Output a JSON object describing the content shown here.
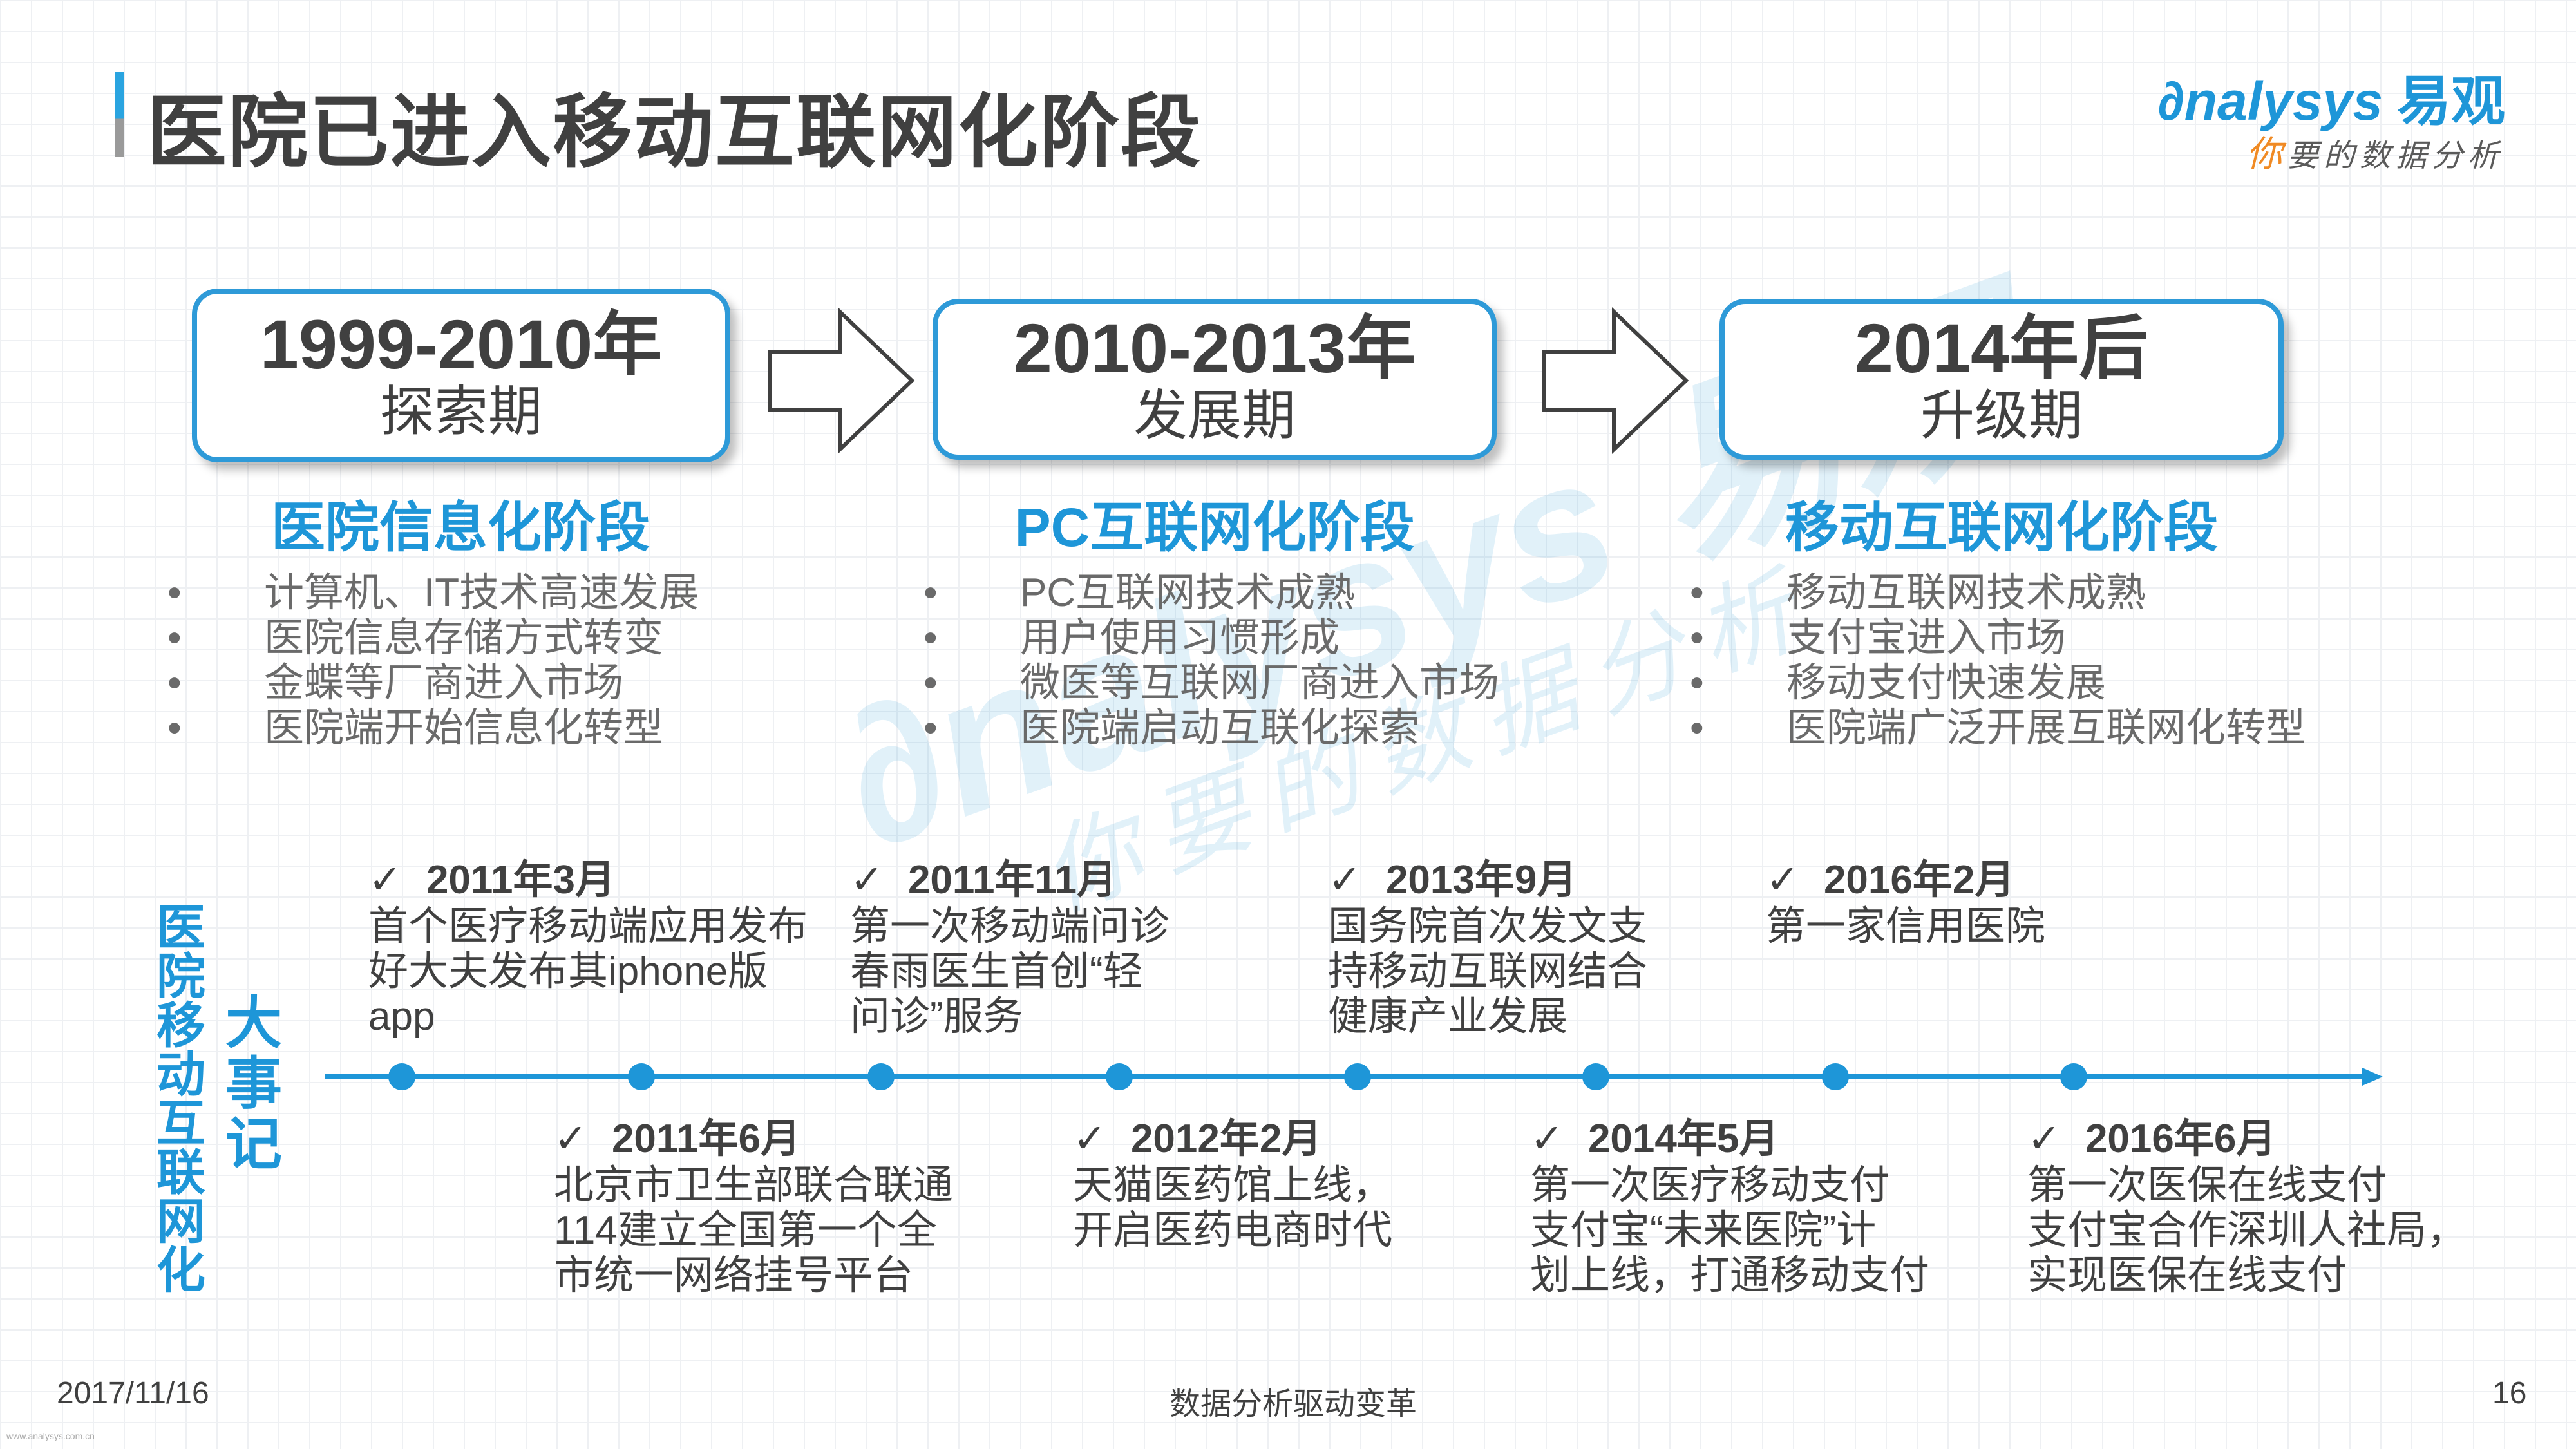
{
  "header": {
    "title": "医院已进入移动互联网化阶段",
    "logo": {
      "brand": "nalysys",
      "brand_initial": "∂",
      "brand_cn": "易观",
      "slogan_first": "你",
      "slogan_rest": "要的数据分析"
    }
  },
  "watermark": {
    "main": "∂nalysys 易观",
    "sub": "你要的数据分析"
  },
  "periods": [
    {
      "years": "1999-2010年",
      "name": "探索期",
      "stage": "医院信息化阶段",
      "bullets": [
        "计算机、IT技术高速发展",
        "医院信息存储方式转变",
        "金蝶等厂商进入市场",
        "医院端开始信息化转型"
      ]
    },
    {
      "years": "2010-2013年",
      "name": "发展期",
      "stage": "PC互联网化阶段",
      "bullets": [
        "PC互联网技术成熟",
        "用户使用习惯形成",
        "微医等互联网厂商进入市场",
        "医院端启动互联化探索"
      ]
    },
    {
      "years": "2014年后",
      "name": "升级期",
      "stage": "移动互联网化阶段",
      "bullets": [
        "移动互联网技术成熟",
        "支付宝进入市场",
        "移动支付快速发展",
        "医院端广泛开展互联网化转型"
      ]
    }
  ],
  "side_labels": {
    "left": [
      "医",
      "院",
      "移",
      "动",
      "互",
      "联",
      "网",
      "化"
    ],
    "right": [
      "大",
      "事",
      "记"
    ]
  },
  "timeline": {
    "check": "✓",
    "events": [
      {
        "date": "2011年3月",
        "lines": [
          "首个医疗移动端应用发布",
          "好大夫发布其iphone版",
          "app"
        ]
      },
      {
        "date": "2011年6月",
        "lines": [
          "北京市卫生部联合联通",
          "114建立全国第一个全",
          "市统一网络挂号平台"
        ]
      },
      {
        "date": "2011年11月",
        "lines": [
          "第一次移动端问诊",
          "春雨医生首创“轻",
          "问诊”服务"
        ]
      },
      {
        "date": "2012年2月",
        "lines": [
          "天猫医药馆上线，",
          "开启医药电商时代"
        ]
      },
      {
        "date": "2013年9月",
        "lines": [
          "国务院首次发文支",
          "持移动互联网结合",
          "健康产业发展"
        ]
      },
      {
        "date": "2014年5月",
        "lines": [
          "第一次医疗移动支付",
          "支付宝“未来医院”计",
          "划上线，打通移动支付"
        ]
      },
      {
        "date": "2016年2月",
        "lines": [
          "第一家信用医院"
        ]
      },
      {
        "date": "2016年6月",
        "lines": [
          "第一次医保在线支付",
          "支付宝合作深圳人社局，",
          "实现医保在线支付"
        ]
      }
    ]
  },
  "footer": {
    "date": "2017/11/16",
    "center": "数据分析驱动变革",
    "page": "16",
    "url": "www.analysys.com.cn"
  },
  "colors": {
    "accent": "#1e96d8",
    "box_border": "#2e9ad8",
    "text": "#404040",
    "muted": "#6a6a6a",
    "orange": "#f08a24"
  }
}
